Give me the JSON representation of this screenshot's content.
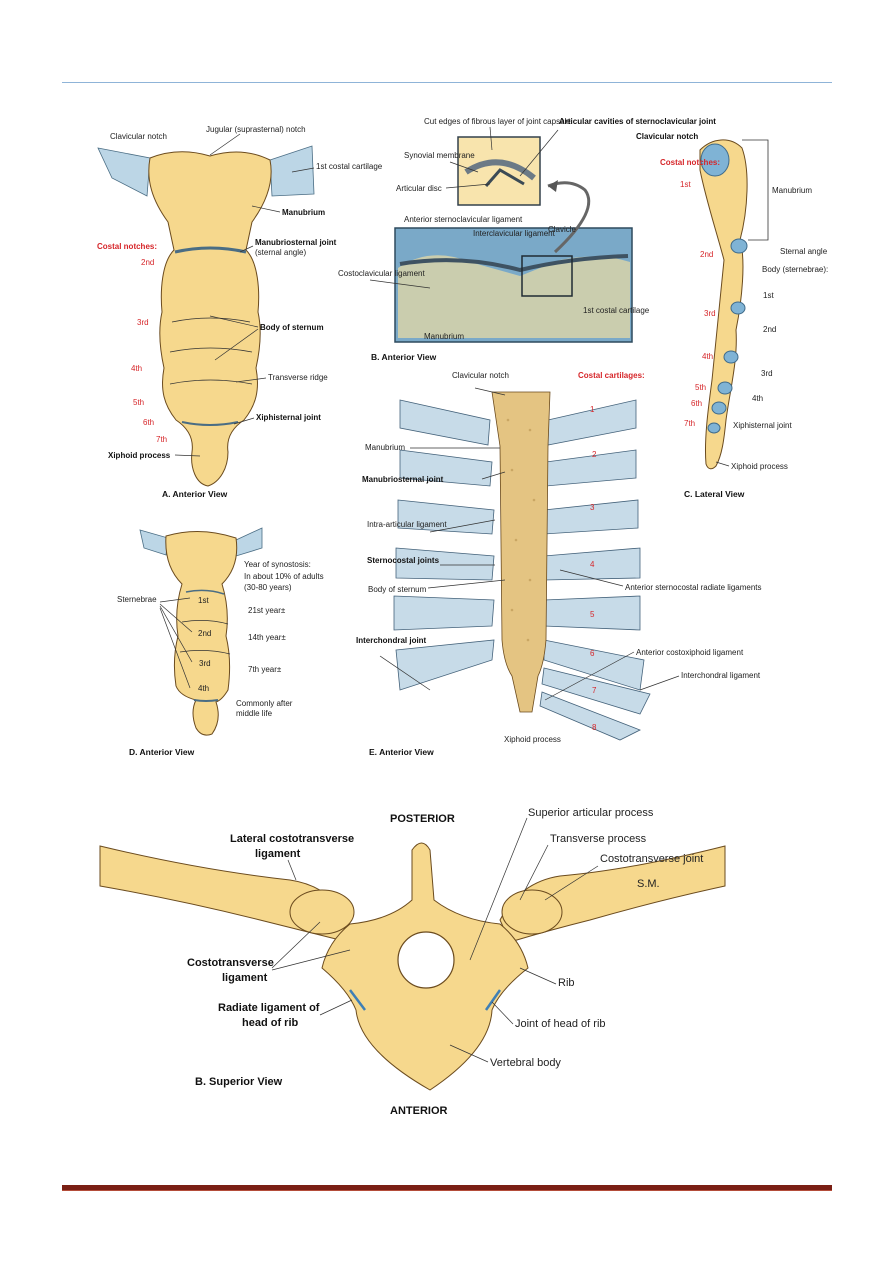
{
  "figA": {
    "caption": "A. Anterior View",
    "clavicular_notch": "Clavicular notch",
    "jugular_notch": "Jugular (suprasternal) notch",
    "first_costal": "1st costal cartilage",
    "manubrium": "Manubrium",
    "costal_notches": "Costal notches:",
    "manubriosternal": "Manubriosternal joint",
    "sternal_angle": "(sternal angle)",
    "body": "Body of sternum",
    "transverse_ridge": "Transverse ridge",
    "xiphisternal": "Xiphisternal joint",
    "xiphoid": "Xiphoid process",
    "n2": "2nd",
    "n3": "3rd",
    "n4": "4th",
    "n5": "5th",
    "n6": "6th",
    "n7": "7th"
  },
  "figB": {
    "caption": "B. Anterior View",
    "cut_edges": "Cut edges of fibrous layer of joint capsule",
    "articular_cavities": "Articular cavities of sternoclavicular joint",
    "synovial": "Synovial membrane",
    "articular_disc": "Articular disc",
    "ant_sc_lig": "Anterior sternoclavicular ligament",
    "interclav": "Interclavicular ligament",
    "clavicle": "Clavicle",
    "costoclav": "Costoclavicular ligament",
    "first_costal": "1st costal cartilage",
    "manubrium": "Manubrium"
  },
  "figC": {
    "caption": "C. Lateral View",
    "clavicular_notch": "Clavicular notch",
    "costal_notches": "Costal notches:",
    "first": "1st",
    "manubrium": "Manubrium",
    "second": "2nd",
    "sternal_angle": "Sternal angle",
    "body": "Body (sternebrae):",
    "b1": "1st",
    "b2": "2nd",
    "b3": "3rd",
    "b4": "4th",
    "third": "3rd",
    "fourth": "4th",
    "fifth": "5th",
    "sixth": "6th",
    "seventh": "7th",
    "xiphisternal": "Xiphisternal joint",
    "xiphoid": "Xiphoid process"
  },
  "figD": {
    "caption": "D. Anterior View",
    "year_synostosis": "Year of synostosis:",
    "about10": "In about 10% of adults",
    "years": "(30-80 years)",
    "sternebrae": "Sternebrae",
    "s1": "1st",
    "s2": "2nd",
    "s3": "3rd",
    "s4": "4th",
    "y21": "21st year±",
    "y14": "14th year±",
    "y7": "7th year±",
    "commonly": "Commonly after",
    "middle_life": "middle life"
  },
  "figE": {
    "caption": "E. Anterior View",
    "clavicular_notch": "Clavicular notch",
    "costal_cartilages": "Costal cartilages:",
    "manubrium": "Manubrium",
    "manubriosternal": "Manubriosternal joint",
    "intra_articular": "Intra-articular ligament",
    "sternocostal": "Sternocostal joints",
    "body": "Body of sternum",
    "ant_radiate": "Anterior sternocostal radiate ligaments",
    "interchondral_joint": "Interchondral joint",
    "ant_costoxiphoid": "Anterior costoxiphoid ligament",
    "interchondral_lig": "Interchondral ligament",
    "xiphoid": "Xiphoid process",
    "c1": "1",
    "c2": "2",
    "c3": "3",
    "c4": "4",
    "c5": "5",
    "c6": "6",
    "c7": "7",
    "c8": "8"
  },
  "figF": {
    "caption": "B. Superior View",
    "posterior": "POSTERIOR",
    "anterior": "ANTERIOR",
    "lateral_ct": "Lateral costotransverse",
    "ligament": "ligament",
    "sup_art": "Superior articular process",
    "transverse": "Transverse process",
    "ct_joint": "Costotransverse joint",
    "costotransverse": "Costotransverse",
    "ligament2": "ligament",
    "rib": "Rib",
    "radiate": "Radiate ligament of",
    "head_rib": "head of rib",
    "joint_head": "Joint of head of rib",
    "vertebral": "Vertebral body",
    "signature": "S.M."
  }
}
